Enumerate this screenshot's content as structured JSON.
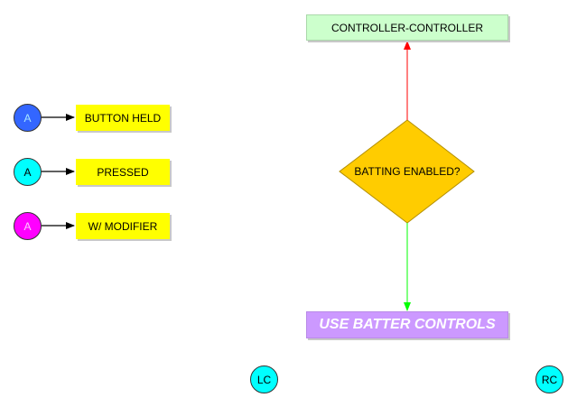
{
  "colors": {
    "legend_held_fill": "#3366ff",
    "legend_held_text": "#a8e8ff",
    "legend_pressed_fill": "#00ffff",
    "legend_pressed_text": "#000000",
    "legend_modifier_fill": "#ff00ff",
    "legend_modifier_text": "#ffccff",
    "label_fill": "#ffff00",
    "decision_fill": "#ffcc00",
    "top_box_fill": "#ccffcc",
    "bottom_box_fill": "#cc99ff",
    "bottom_box_text": "#ffffff",
    "arrow_up": "#ff0000",
    "arrow_down": "#00ff00",
    "stick_fill": "#00ffff"
  },
  "legend": [
    {
      "button": "A",
      "label": "BUTTON HELD"
    },
    {
      "button": "A",
      "label": "PRESSED"
    },
    {
      "button": "A",
      "label": "W/ MODIFIER"
    }
  ],
  "flow": {
    "top_box": "CONTROLLER-CONTROLLER",
    "decision": "BATTING ENABLED?",
    "bottom_box": "USE BATTER CONTROLS"
  },
  "sticks": {
    "left": "LC",
    "right": "RC"
  }
}
